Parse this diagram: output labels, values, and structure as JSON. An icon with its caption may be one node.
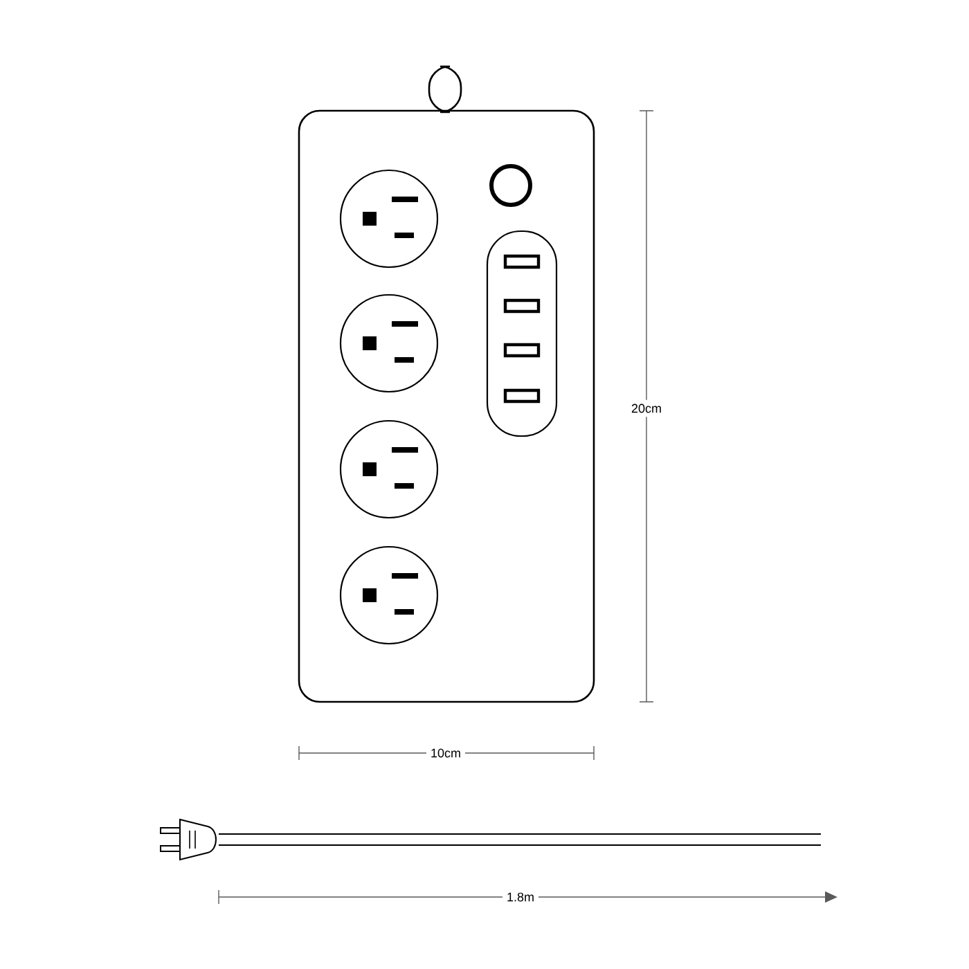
{
  "diagram": {
    "labels": [
      "20cm",
      "10cm",
      "1.8m"
    ]
  }
}
